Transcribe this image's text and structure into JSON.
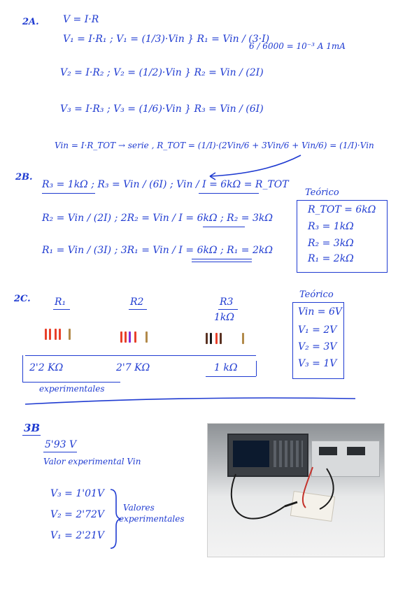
{
  "s2a": {
    "label": "2A.",
    "l1": "V = I·R",
    "l2": "V₁ = I·R₁ ; V₁ = (1/3)·Vin }  R₁ = Vin / (3·I)",
    "l3": "V₂ = I·R₂ ; V₂ = (1/2)·Vin }  R₂ = Vin / (2I)",
    "l4": "V₃ = I·R₃ ; V₃ = (1/6)·Vin }  R₃ = Vin / (6I)",
    "l5": "Vin = I·R_TOT → serie ,  R_TOT = (1/I)·(2Vin/6 + 3Vin/6 + Vin/6) = (1/I)·Vin",
    "side_calc": "6 / 6000 = 10⁻³ A    1mA"
  },
  "s2b": {
    "label": "2B.",
    "l1": "R₃ = 1kΩ ;  R₃ = Vin / (6I) ;  Vin / I = 6kΩ = R_TOT",
    "l2": "R₂ = Vin / (2I) ;  2R₂ = Vin / I = 6kΩ ;  R₂ = 3kΩ",
    "l3": "R₁ = Vin / (3I) ;  3R₁ = Vin / I = 6kΩ ;  R₁ = 2kΩ",
    "teorico_title": "Teórico",
    "teorico": [
      "R_TOT = 6kΩ",
      "R₃ = 1kΩ",
      "R₂ = 3kΩ",
      "R₁ = 2kΩ"
    ]
  },
  "s2c": {
    "label": "2C.",
    "r1": {
      "name": "R₁",
      "value": "2'2 KΩ"
    },
    "r2": {
      "name": "R2",
      "value": "2'7 KΩ"
    },
    "r3": {
      "name": "R3",
      "nominal": "1kΩ",
      "value": "1 kΩ"
    },
    "experimentales": "experimentales",
    "teorico_title": "Teórico",
    "teorico": [
      "Vin = 6V",
      "V₁ = 2V",
      "V₂ = 3V",
      "V₃ = 1V"
    ]
  },
  "s3b": {
    "label": "3B",
    "vin_value": "5'93 V",
    "vin_caption": "Valor experimental Vin",
    "v3": "V₃ = 1'01V",
    "v2": "V₂ = 2'72V",
    "v1": "V₁ = 2'21V",
    "brace_label_1": "Valores",
    "brace_label_2": "experimentales"
  },
  "colors": {
    "ink": "#1f3bd1"
  },
  "photo_icon": "lab-bench-photo"
}
